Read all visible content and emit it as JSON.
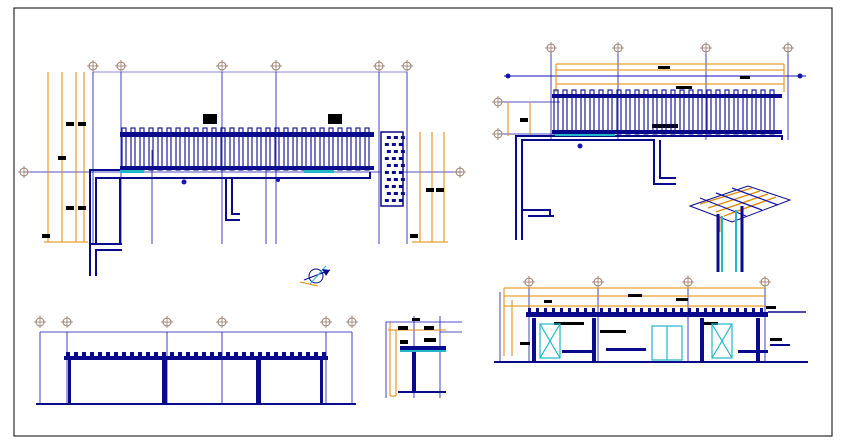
{
  "drawing": {
    "colors": {
      "background": "#ffffff",
      "border": "#000000",
      "structure": "#0a0a8c",
      "axis": "#1414b4",
      "dimension": "#e08a00",
      "accent": "#22b8c8",
      "grid_marker": "#9a7a6a",
      "label_fill": "#000000"
    },
    "views": [
      {
        "name": "pergola-plan-elevation-left"
      },
      {
        "name": "pergola-side-elevation-right"
      },
      {
        "name": "pergola-3d-detail"
      },
      {
        "name": "pergola-front-elevation-lower"
      },
      {
        "name": "pergola-section-detail"
      },
      {
        "name": "facade-elevation-lower-right"
      },
      {
        "name": "north-arrow-symbol"
      }
    ]
  }
}
